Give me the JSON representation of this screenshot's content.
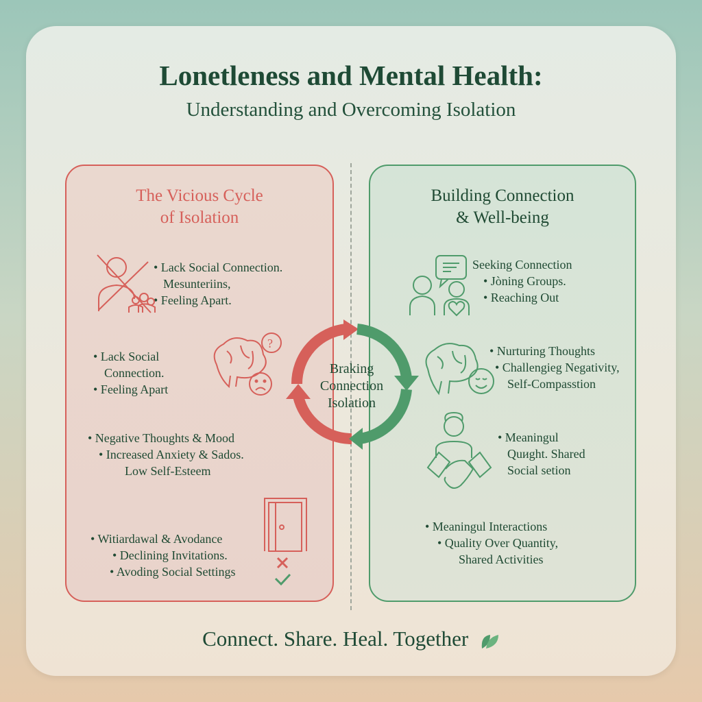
{
  "header": {
    "title": "Lonetleness and Mental Health:",
    "subtitle": "Understanding and Overcoming Isolation"
  },
  "left_panel": {
    "title_line1": "The Vicious Cycle",
    "title_line2": "of Isolation",
    "color": "#d6605a",
    "sections": [
      {
        "icon": "crossed-out-person-icon",
        "lines": [
          "• Lack Social Connection.",
          "Mesunteriins,",
          "• Feeling Apart."
        ]
      },
      {
        "icon": "sad-brain-icon",
        "lines": [
          "• Lack Social",
          "Connection.",
          "• Feeling Apart"
        ]
      },
      {
        "icon": "",
        "lines": [
          "• Negative Thoughts & Mood",
          "• Increased Anxiety & Sados.",
          "Low Self-Esteem"
        ]
      },
      {
        "icon": "closed-door-icon",
        "lines": [
          "• Witiardawal & Avodance",
          "• Declining Invitations.",
          "• Avoding Social Settings"
        ]
      }
    ]
  },
  "center": {
    "lines": [
      "Braking",
      "Connection",
      "Isolation"
    ],
    "red": "#d6605a",
    "green": "#4f9b6b"
  },
  "right_panel": {
    "title_line1": "Building Connection",
    "title_line2": "& Well-being",
    "color": "#4f9b6b",
    "sections": [
      {
        "icon": "people-chat-heart-icon",
        "lines": [
          "Seeking Connection",
          "• Jòning Groups.",
          "• Reaching Out"
        ]
      },
      {
        "icon": "happy-brain-icon",
        "lines": [
          "• Nurturing Thoughts",
          "• Challengieg Negativity,",
          "Self-Compasstion"
        ]
      },
      {
        "icon": "handshake-icon",
        "lines": [
          "• Meaningul",
          "Quиght. Shared",
          "Social setion"
        ]
      },
      {
        "icon": "",
        "lines": [
          "• Meaningul Interactions",
          "• Quality Over Quantity,",
          "Shared Activities"
        ]
      }
    ]
  },
  "footer": {
    "text": "Connect. Share. Heal. Together",
    "icon": "leaf-icon"
  }
}
